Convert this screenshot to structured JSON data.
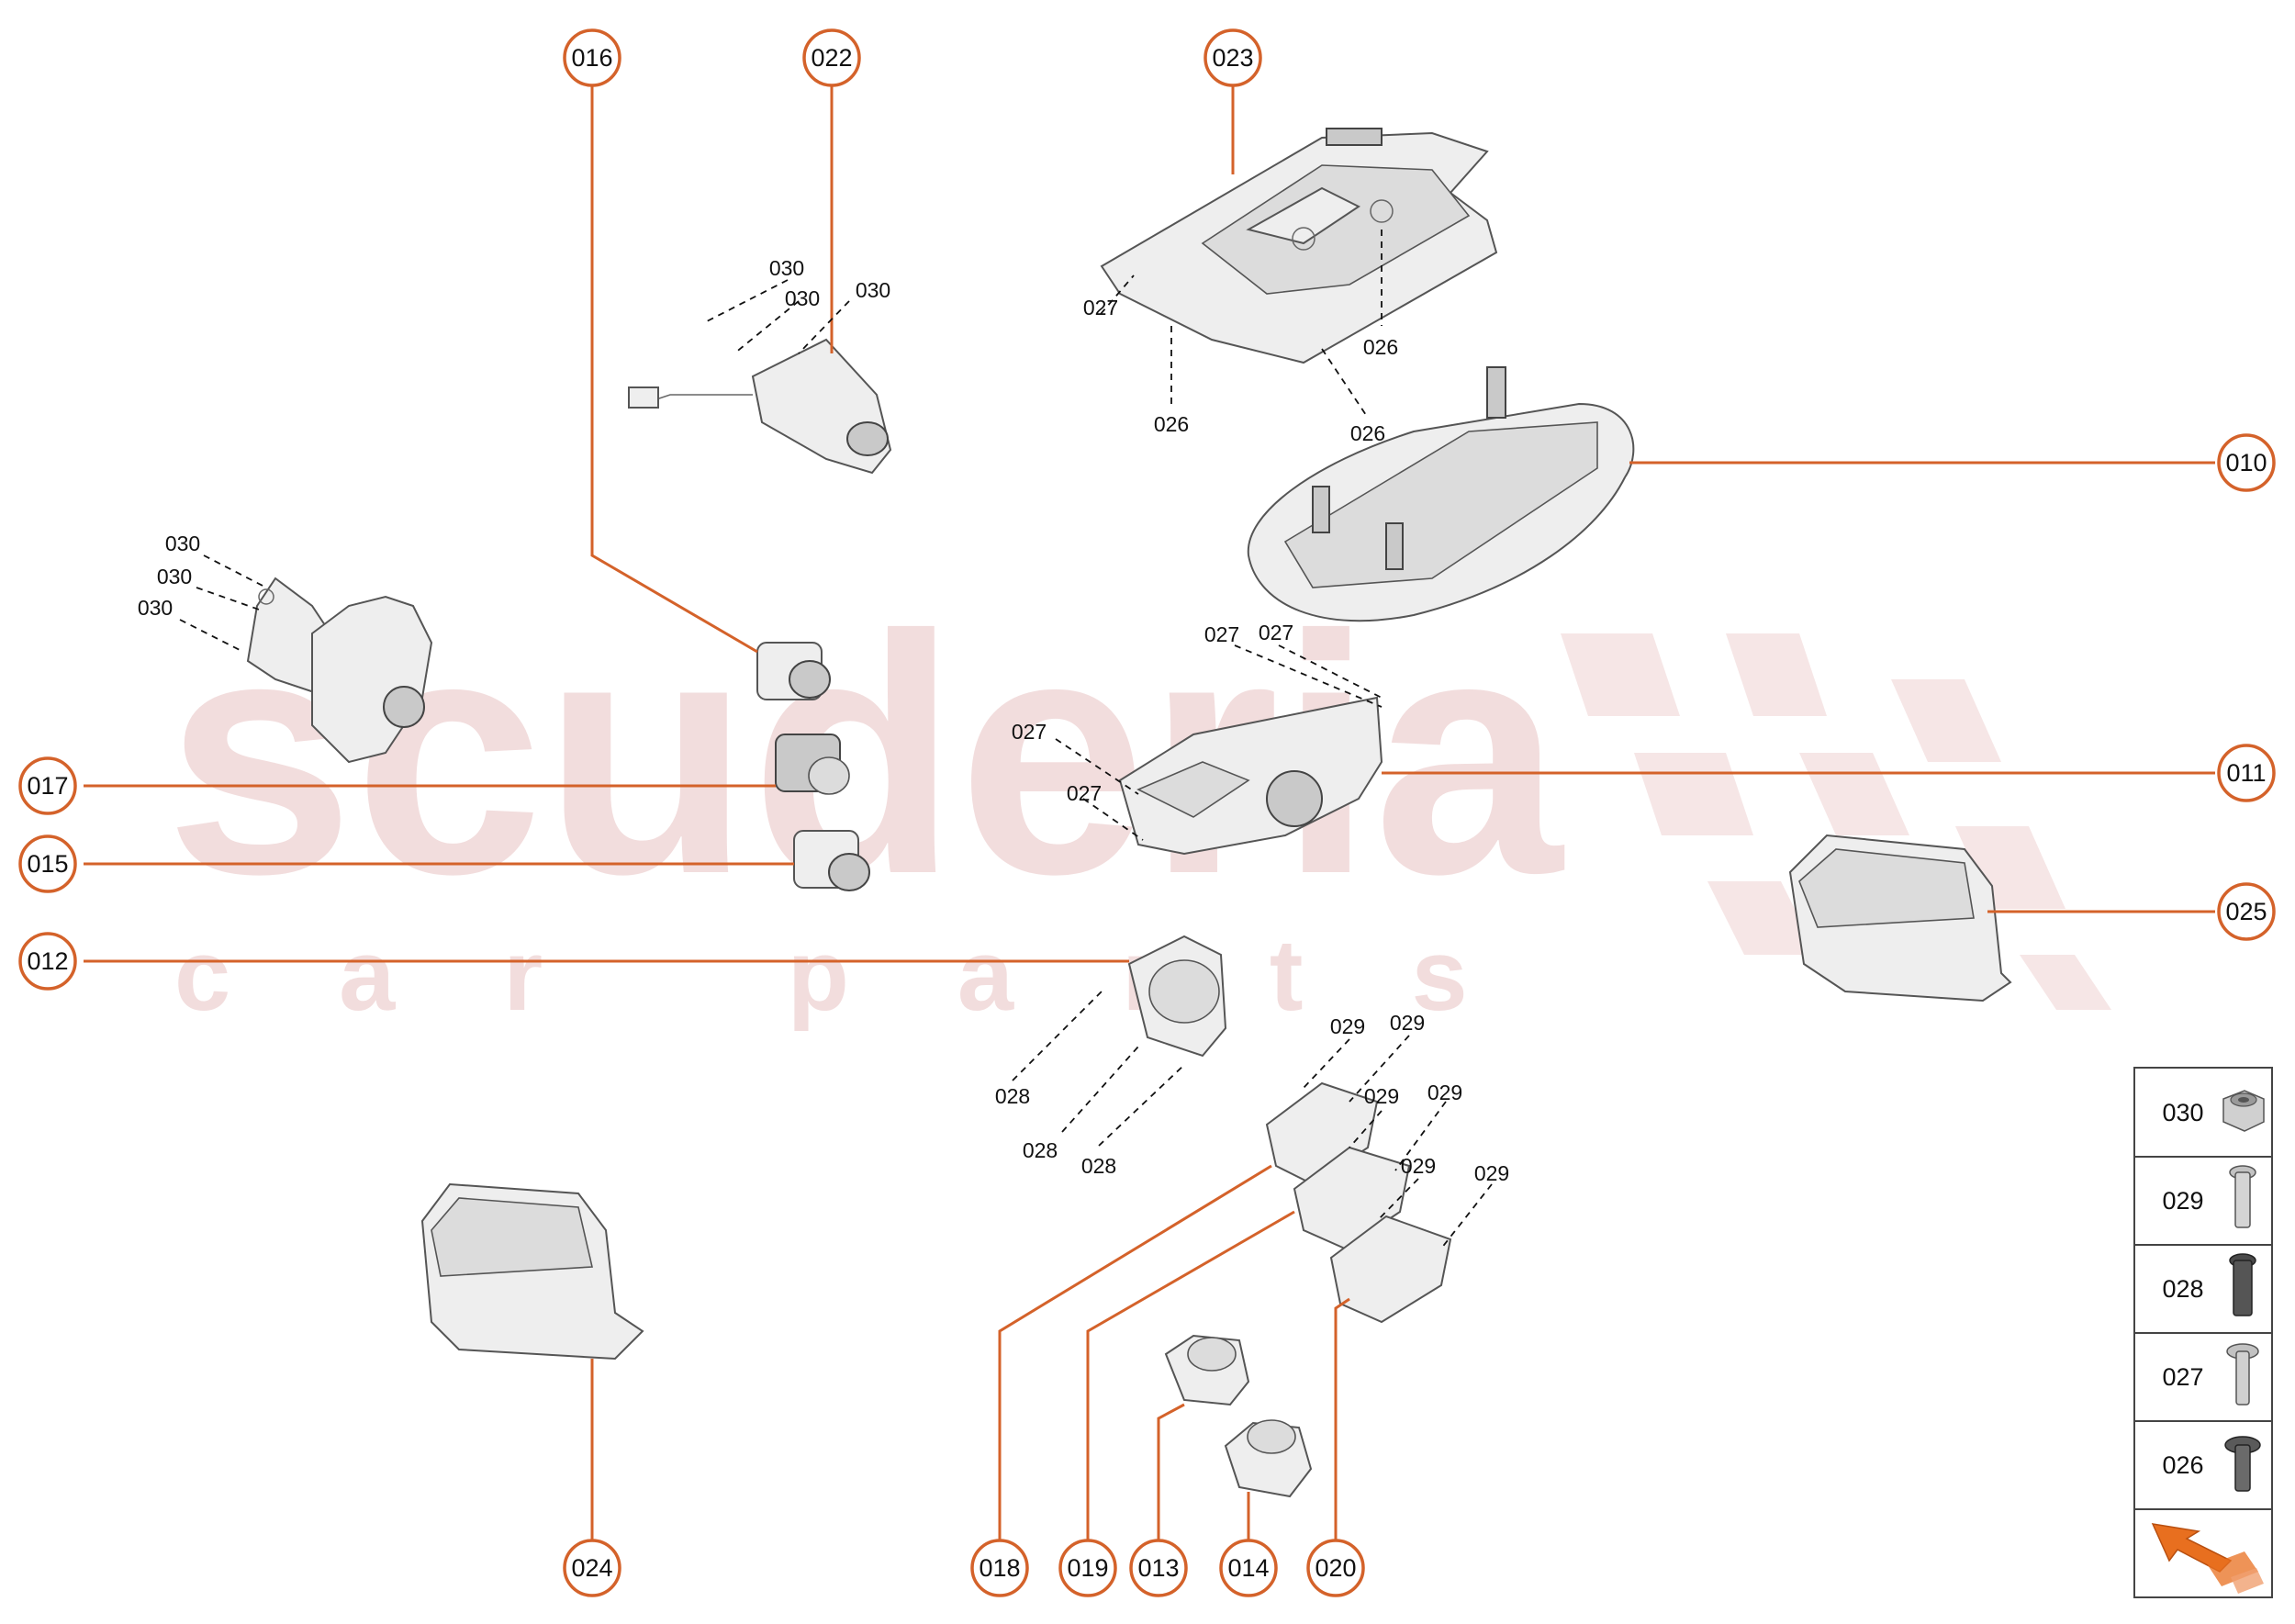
{
  "watermark": {
    "brand": "scuderia",
    "sub": "car parts"
  },
  "callouts": {
    "c016": "016",
    "c022": "022",
    "c023": "023",
    "c010": "010",
    "c011": "011",
    "c017": "017",
    "c015": "015",
    "c012": "012",
    "c025": "025",
    "c024": "024",
    "c018": "018",
    "c019": "019",
    "c013": "013",
    "c014": "014",
    "c020": "020"
  },
  "fastener_labels": {
    "l030": "030",
    "l029": "029",
    "l028": "028",
    "l027": "027",
    "l026": "026"
  },
  "legend": {
    "rows": [
      {
        "code": "030",
        "icon": "nut-icon"
      },
      {
        "code": "029",
        "icon": "long-screw-icon"
      },
      {
        "code": "028",
        "icon": "dark-screw-icon"
      },
      {
        "code": "027",
        "icon": "screw-icon"
      },
      {
        "code": "026",
        "icon": "short-screw-icon"
      }
    ],
    "view_icon": "view-direction-arrow-icon",
    "colors": {
      "accent": "#d4622a",
      "leader": "#d4622a"
    }
  }
}
